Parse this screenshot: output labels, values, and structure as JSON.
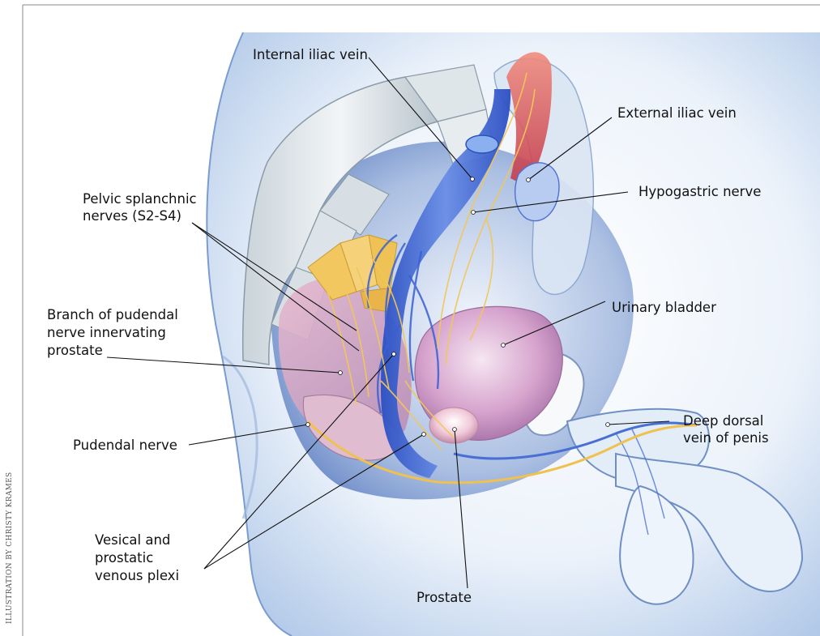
{
  "labels": {
    "internal_iliac_vein": "Internal iliac vein",
    "external_iliac_vein": "External iliac vein",
    "pelvic_splanchnic_line1": "Pelvic splanchnic",
    "pelvic_splanchnic_line2": "nerves (S2-S4)",
    "hypogastric_nerve": "Hypogastric nerve",
    "branch_pudendal_line1": "Branch of pudendal",
    "branch_pudendal_line2": "nerve innervating",
    "branch_pudendal_line3": "prostate",
    "urinary_bladder": "Urinary bladder",
    "deep_dorsal_line1": "Deep dorsal",
    "deep_dorsal_line2": "vein of penis",
    "pudendal_nerve": "Pudendal nerve",
    "vesical_line1": "Vesical and",
    "vesical_line2": "prostatic",
    "vesical_line3": "venous plexi",
    "prostate": "Prostate"
  },
  "credit": "ILLUSTRATION BY CHRISTY KRAMES",
  "colors": {
    "vein": "#3a5fd0",
    "vein_light": "#8fb0ee",
    "nerve": "#f1c75a",
    "bladder": "#c78fbf",
    "muscle": "#d9a7c4",
    "bone": "#e8eef2",
    "skin": "#dbe8f6",
    "background": "#ffffff"
  }
}
